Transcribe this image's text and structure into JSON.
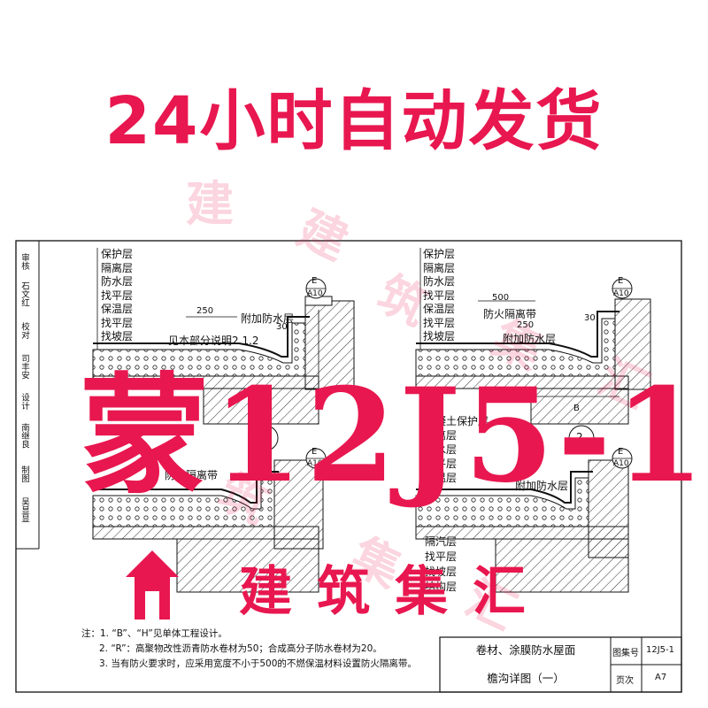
{
  "banner": {
    "text": "24小时自动发货",
    "color": "#e8174f"
  },
  "overlay": {
    "title": "蒙12J5-1",
    "brand": "建筑集汇"
  },
  "watermark": {
    "chars": [
      "建",
      "筑",
      "集",
      "汇"
    ]
  },
  "drawing": {
    "layers_left_top": [
      "保护层",
      "隔离层",
      "防水层",
      "找平层",
      "保温层",
      "找平层",
      "找坡层"
    ],
    "layers_right_top": [
      "保护层",
      "隔离层",
      "防水层",
      "找平层",
      "保温层",
      "找平层",
      "找坡层"
    ],
    "layers_right_mid": [
      "混凝土保护层",
      "隔离层",
      "防水层",
      "找平层",
      "保温层"
    ],
    "layers_right_bottom": [
      "隔汽层",
      "找平层",
      "找坡层",
      "结构层"
    ],
    "labels": {
      "add_waterproof_left": "附加防水层",
      "ref_note": "见本部分说明2.1.2",
      "dim_250": "250",
      "dim_500": "500",
      "dim_30": "30",
      "fire_strip": "防火隔离带",
      "add_waterproof_right": "附加防水层",
      "add_waterproof_right_mid": "附加防水层",
      "fire_strip_left_mid": "防火隔离带",
      "b_label": "B",
      "detail_1": "1",
      "detail_2": "2",
      "callout_e": "E",
      "callout_a10": "A10"
    },
    "side_columns": [
      {
        "role": "制图",
        "name": "吴显显"
      },
      {
        "role": "设计",
        "name": "南继良"
      },
      {
        "role": "校对",
        "name": "司丰安"
      },
      {
        "role": "审核",
        "name": "石文红"
      }
    ]
  },
  "notes": {
    "prefix": "注：",
    "items": [
      "1. “B”、“H”见单体工程设计。",
      "2. “R”：高聚物改性沥青防水卷材为50；合成高分子防水卷材为20。",
      "3. 当有防火要求时，应采用宽度不小于500的不燃保温材料设置防火隔离带。"
    ]
  },
  "title_block": {
    "line1": "卷材、涂膜防水屋面",
    "line2": "檐沟详图（一）",
    "atlas_label": "图集号",
    "atlas_value": "12J5-1",
    "page_label": "页次",
    "page_value": "A7"
  }
}
